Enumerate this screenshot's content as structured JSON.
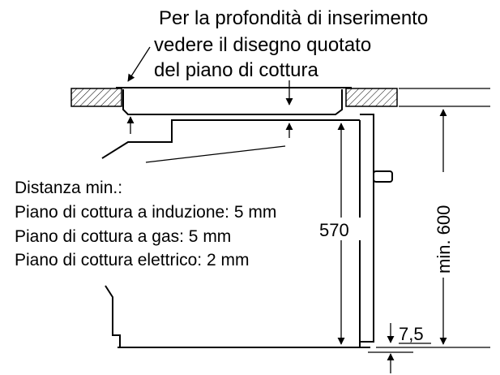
{
  "callout_top": {
    "line1": "Per la profondità di inserimento",
    "line2": "vedere il disegno quotato",
    "line3": "del piano di cottura"
  },
  "distance_note": {
    "heading": "Distanza min.:",
    "induction": "Piano di cottura a induzione: 5 mm",
    "gas": "Piano di cottura a gas: 5 mm",
    "electric": "Piano di cottura elettrico: 2 mm"
  },
  "dimensions": {
    "height_570": "570",
    "min_600": "min. 600",
    "gap_7_5": "7,5"
  }
}
